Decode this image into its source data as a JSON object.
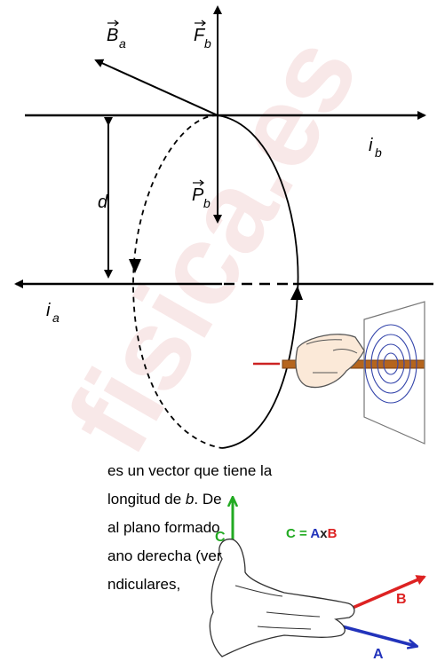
{
  "labels": {
    "Ba": {
      "main": "B",
      "sub": "a"
    },
    "Fb": {
      "main": "F",
      "sub": "b"
    },
    "Pb": {
      "main": "P",
      "sub": "b"
    },
    "ib": {
      "main": "i",
      "sub": "b"
    },
    "ia": {
      "main": "i",
      "sub": "a"
    },
    "d": "d"
  },
  "watermark": "fisica.es",
  "text_lines": [
    "es un vector que tiene la",
    "longitud de b. De",
    "al plano formado",
    "ano derecha (ver",
    "ndiculares,"
  ],
  "cross_product": {
    "equation": "C = A x B",
    "eq_C": "C",
    "eq_eq": " = ",
    "eq_A": "A",
    "eq_x": "x",
    "eq_B": "B",
    "vec_C": "C",
    "vec_A": "A",
    "vec_B": "B",
    "colors": {
      "C": "#22aa22",
      "A": "#2233bb",
      "B": "#dd2222"
    }
  }
}
